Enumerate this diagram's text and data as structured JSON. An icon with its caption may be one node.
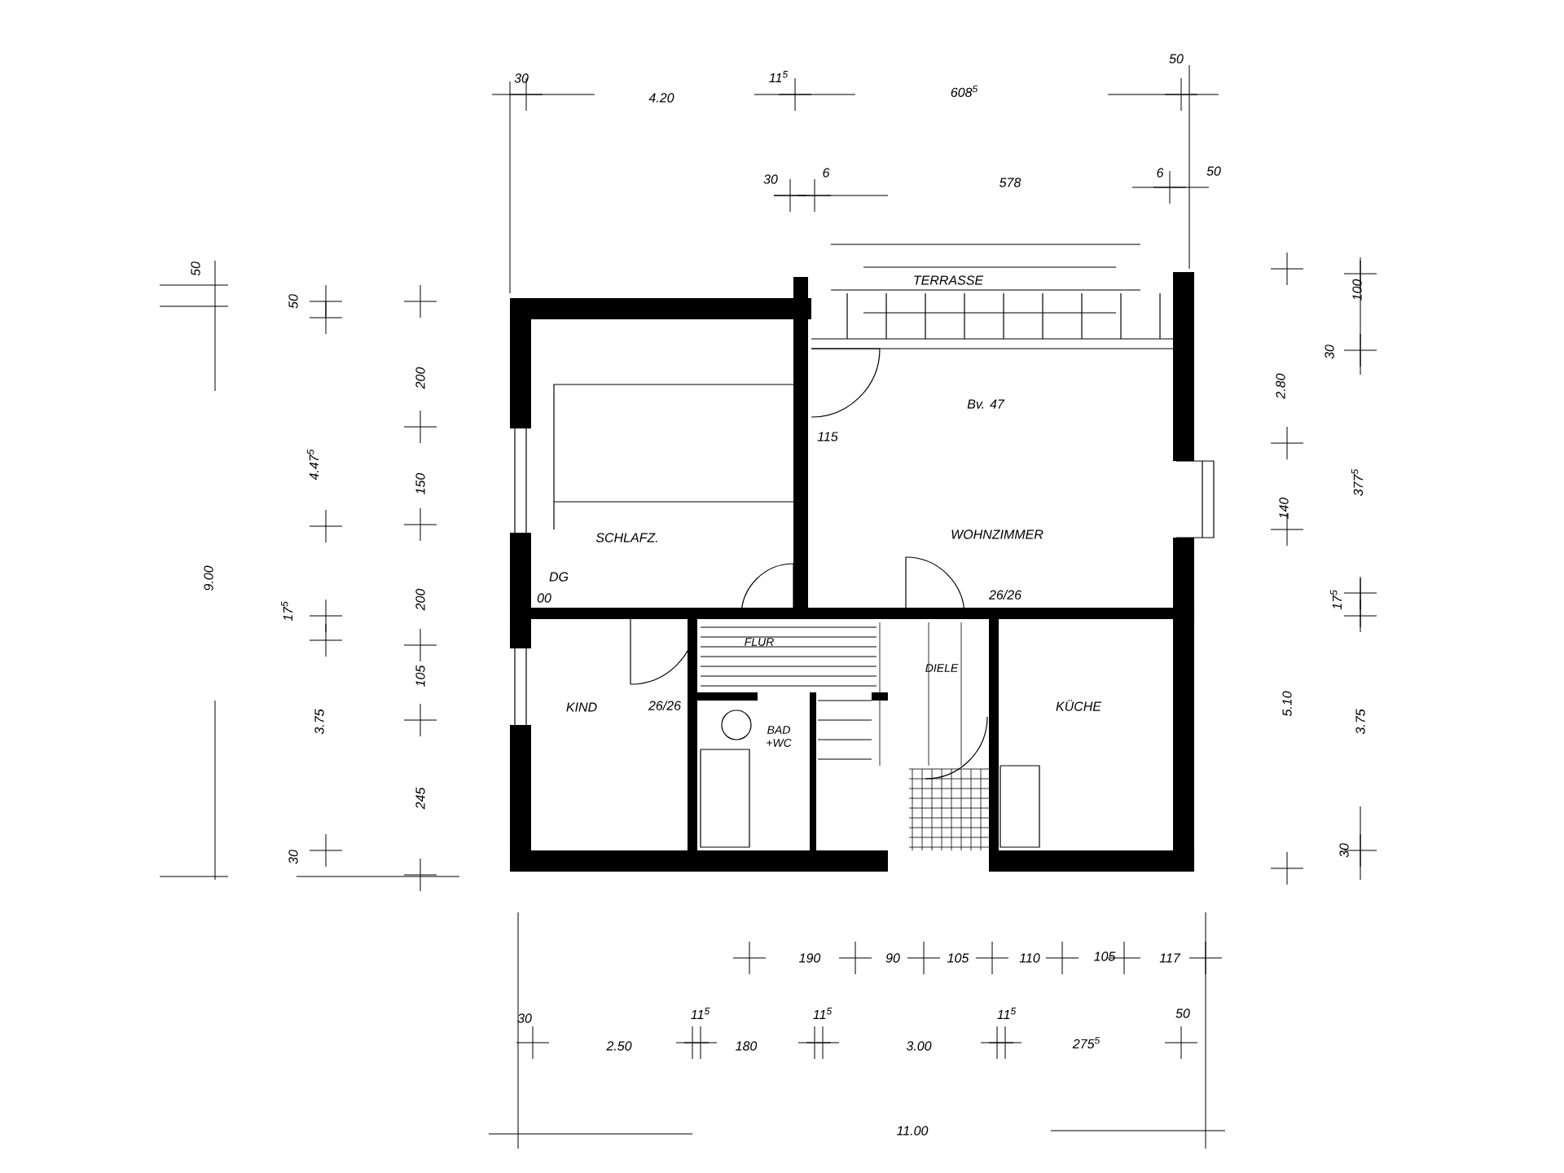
{
  "diagram": {
    "nodes": [
      {
        "text": [
          "TERRASSE"
        ]
      },
      {
        "text": [
          "SCHLAFZ."
        ]
      },
      {
        "text": [
          "WOHNZIMMER"
        ]
      },
      {
        "text": [
          "KIND"
        ]
      },
      {
        "text": [
          "FLUR"
        ]
      },
      {
        "text": [
          "DIELE"
        ]
      },
      {
        "text": [
          "KÜCHE"
        ]
      },
      {
        "text": [
          "BAD +WC"
        ]
      }
    ],
    "labels": [
      "30",
      "4.20",
      "11$^{5}$",
      "608$^{5}$",
      "50",
      "30",
      "6",
      "578",
      "6",
      "50",
      "50",
      "9.00",
      "50",
      "4.47$^{5}$",
      "17$^{5}$",
      "3.75",
      "30",
      "200",
      "150",
      "200",
      "105",
      "245",
      "2.80",
      "30",
      "100",
      "140",
      "377$^{5}$",
      "17$^{5}$",
      "5.10",
      "3.75",
      "30",
      "190",
      "90",
      "105",
      "110",
      "105",
      "117",
      "30",
      "2.50",
      "11$^{5}$",
      "180",
      "11$^{5}$",
      "3.00",
      "11$^{5}$",
      "275$^{5}$",
      "50",
      "11.00",
      "Bv. 47",
      "115",
      "26/26",
      "26/26",
      "DG",
      "00"
    ]
  }
}
